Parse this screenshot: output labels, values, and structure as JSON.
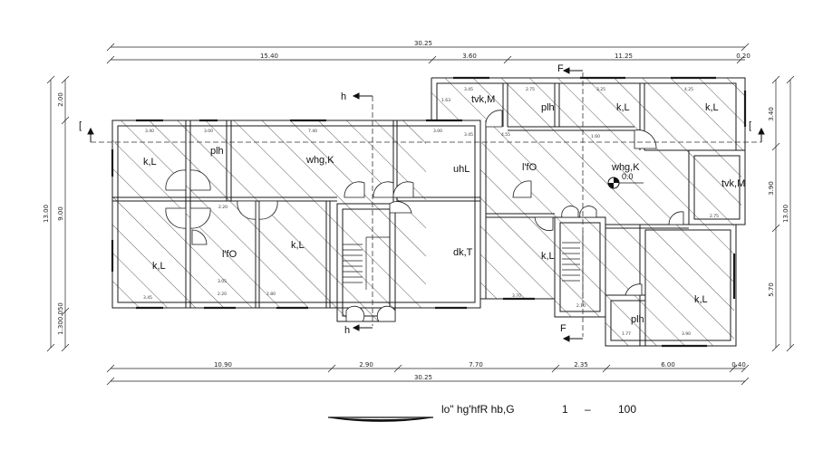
{
  "dimensions": {
    "top_total": "30.25",
    "top_segments": [
      "15.40",
      "3.60",
      "11.25",
      "0.20"
    ],
    "bottom_segments": [
      "10.90",
      "2.90",
      "7.70",
      "2.35",
      "6.00",
      "0.40"
    ],
    "bottom_total": "30.25",
    "left_segments": [
      "2.00",
      "9.00",
      "1.300.050"
    ],
    "left_total": "13.00",
    "right_segments": [
      "3.40",
      "3.90",
      "5.70"
    ],
    "right_total": "13.00"
  },
  "rooms": {
    "kl_top_left": "k,L",
    "plh_left": "plh",
    "whgk_main": "whg,K",
    "uhl": "uhL",
    "tvkm_top": "tvk,M",
    "plh_top": "plh",
    "kl_top_mid": "k,L",
    "kl_top_right": "k,L",
    "ifo_right": "l'fO",
    "whgk_right": "whg,K",
    "level": "0.0",
    "tvkm_right": "tvk,M",
    "kl_bottom_left": "k,L",
    "ifo_left": "l'fO",
    "kl_center": "k,L",
    "dkt": "dk,T",
    "kl_stair_right": "k,L",
    "kl_bottom_right": "k,L",
    "plh_bottom": "plh"
  },
  "small_dims": {
    "d1": "3.40",
    "d2": "3.00",
    "d3": "7.40",
    "d4": "3.00",
    "d5": "1.63",
    "d6": "3.45",
    "d7": "2.75",
    "d8": "3.25",
    "d9": "4.25",
    "d10": "4.55",
    "d11": "3.45",
    "d12": "2.20",
    "d13": "3.45",
    "d14": "2.20",
    "d15": "2.80",
    "d16": "3.70",
    "d17": "1.77",
    "d18": "3.90",
    "d19": "2.75",
    "d20": "3.05",
    "d21": "1.60",
    "d22": "2.10"
  },
  "section_markers": {
    "h_top": "h",
    "h_bottom": "h",
    "f_top": "F",
    "f_bottom": "F",
    "bracket_left": "[",
    "bracket_right": "["
  },
  "title_block": {
    "label": "lo\" hg'hfR hb,G",
    "scale_a": "1",
    "dash": "–",
    "scale_b": "100"
  },
  "colors": {
    "line": "#1a1a1a",
    "hatch": "#333333",
    "wall_fill": "#d9d9d9"
  }
}
